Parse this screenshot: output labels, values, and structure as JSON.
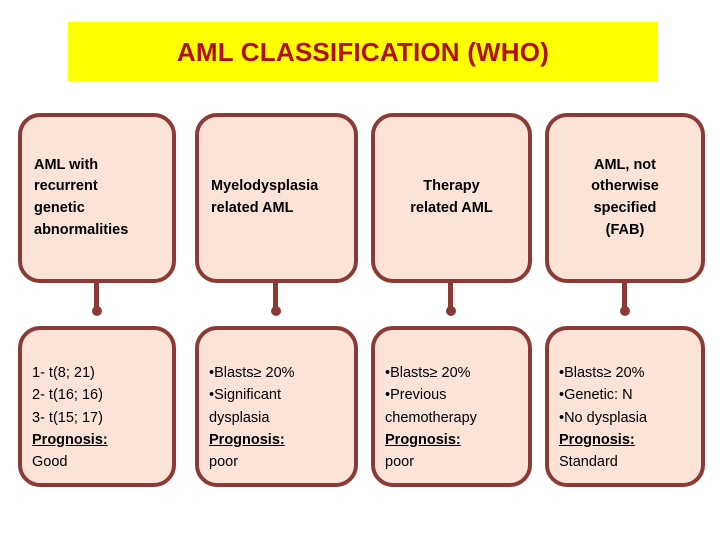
{
  "title": {
    "text": "AML CLASSIFICATION (WHO)",
    "background_color": "#ffff00",
    "text_color": "#b01014"
  },
  "theme": {
    "box_fill": "#fbe4d7",
    "box_border": "#8b3a36",
    "connector_color": "#8b3a36",
    "page_background": "#ffffff"
  },
  "diagram_data": {
    "type": "flowchart",
    "columns": [
      {
        "id": "recurrent-genetic-abnormalities",
        "category": "AML with\nrecurrent\ngenetic\nabnormalities",
        "category_align": "left",
        "details_lines": [
          "1- t(8; 21)",
          "2- t(16; 16)",
          "3- t(15; 17)"
        ],
        "prognosis_label": "Prognosis:",
        "prognosis_value": "Good"
      },
      {
        "id": "myelodysplasia-related-aml",
        "category": "Myelodysplasia\nrelated AML",
        "category_align": "left",
        "details_lines": [
          "•Blasts≥ 20%",
          "•Significant",
          "dysplasia"
        ],
        "prognosis_label": "Prognosis:",
        "prognosis_value": "poor"
      },
      {
        "id": "therapy-related-aml",
        "category": "Therapy\nrelated AML",
        "category_align": "center",
        "details_lines": [
          "•Blasts≥ 20%",
          "•Previous",
          "chemotherapy"
        ],
        "prognosis_label": "Prognosis:",
        "prognosis_value": "poor"
      },
      {
        "id": "aml-not-otherwise-specified",
        "category": "AML,  not\notherwise\nspecified\n(FAB)",
        "category_align": "center",
        "details_lines": [
          "•Blasts≥ 20%",
          "•Genetic: N",
          "•No dysplasia"
        ],
        "prognosis_label": "Prognosis:",
        "prognosis_value": "Standard"
      }
    ]
  }
}
